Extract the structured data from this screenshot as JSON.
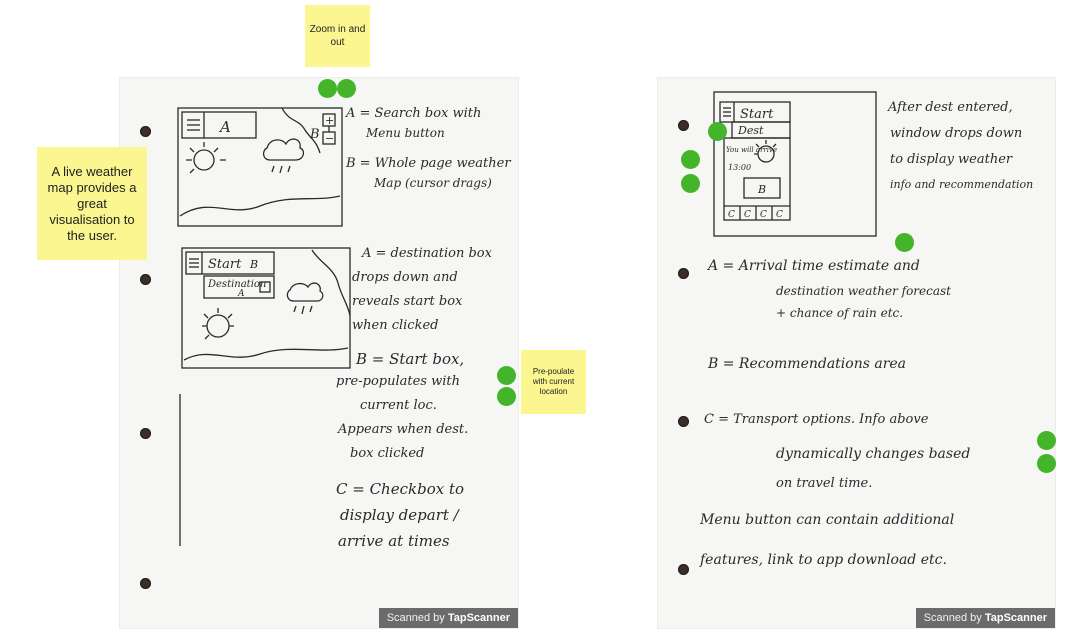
{
  "sticky_notes": {
    "zoom": "Zoom in and out",
    "weather_map": "A live weather map provides a great visualisation to the user.",
    "prepopulate": "Pre-poulate with current location"
  },
  "left_page": {
    "sketch_labels": {
      "search_box": "A",
      "start": "Start",
      "start_b": "B",
      "destination": "Destination",
      "destination_a": "A",
      "zoom_plus": "+",
      "zoom_minus": "−",
      "map_label": "B"
    },
    "notes": [
      "A = Search box with",
      "Menu button",
      "B = Whole page weather",
      "Map (cursor drags)",
      "A = destination box",
      "drops down and",
      "reveals start box",
      "when clicked",
      "B = Start box,",
      "pre-populates with",
      "current loc.",
      "Appears when dest.",
      "box clicked",
      "C = Checkbox to",
      "display depart /",
      "arrive at times"
    ],
    "scanner": {
      "prefix": "Scanned by ",
      "brand": "TapScanner"
    }
  },
  "right_page": {
    "sketch_labels": {
      "start": "Start",
      "dest": "Dest",
      "arrival": "You will arrive",
      "time": "13:00",
      "recommend": "B",
      "option_1": "C",
      "option_2": "C",
      "option_3": "C",
      "option_4": "C"
    },
    "notes": [
      "After dest entered,",
      "window drops down",
      "to display weather",
      "info and recommendation",
      "A = Arrival time estimate and",
      "destination weather forecast",
      "+ chance of rain etc.",
      "B = Recommendations area",
      "C = Transport options. Info above",
      "dynamically changes based",
      "on travel time.",
      "Menu button can contain additional",
      "features, link to app download etc."
    ],
    "scanner": {
      "prefix": "Scanned by ",
      "brand": "TapScanner"
    }
  },
  "colors": {
    "hotspot": "#44b52a",
    "sticky": "#fbf68f",
    "paper": "#f6f6f4",
    "ink": "#2a2a2a"
  }
}
